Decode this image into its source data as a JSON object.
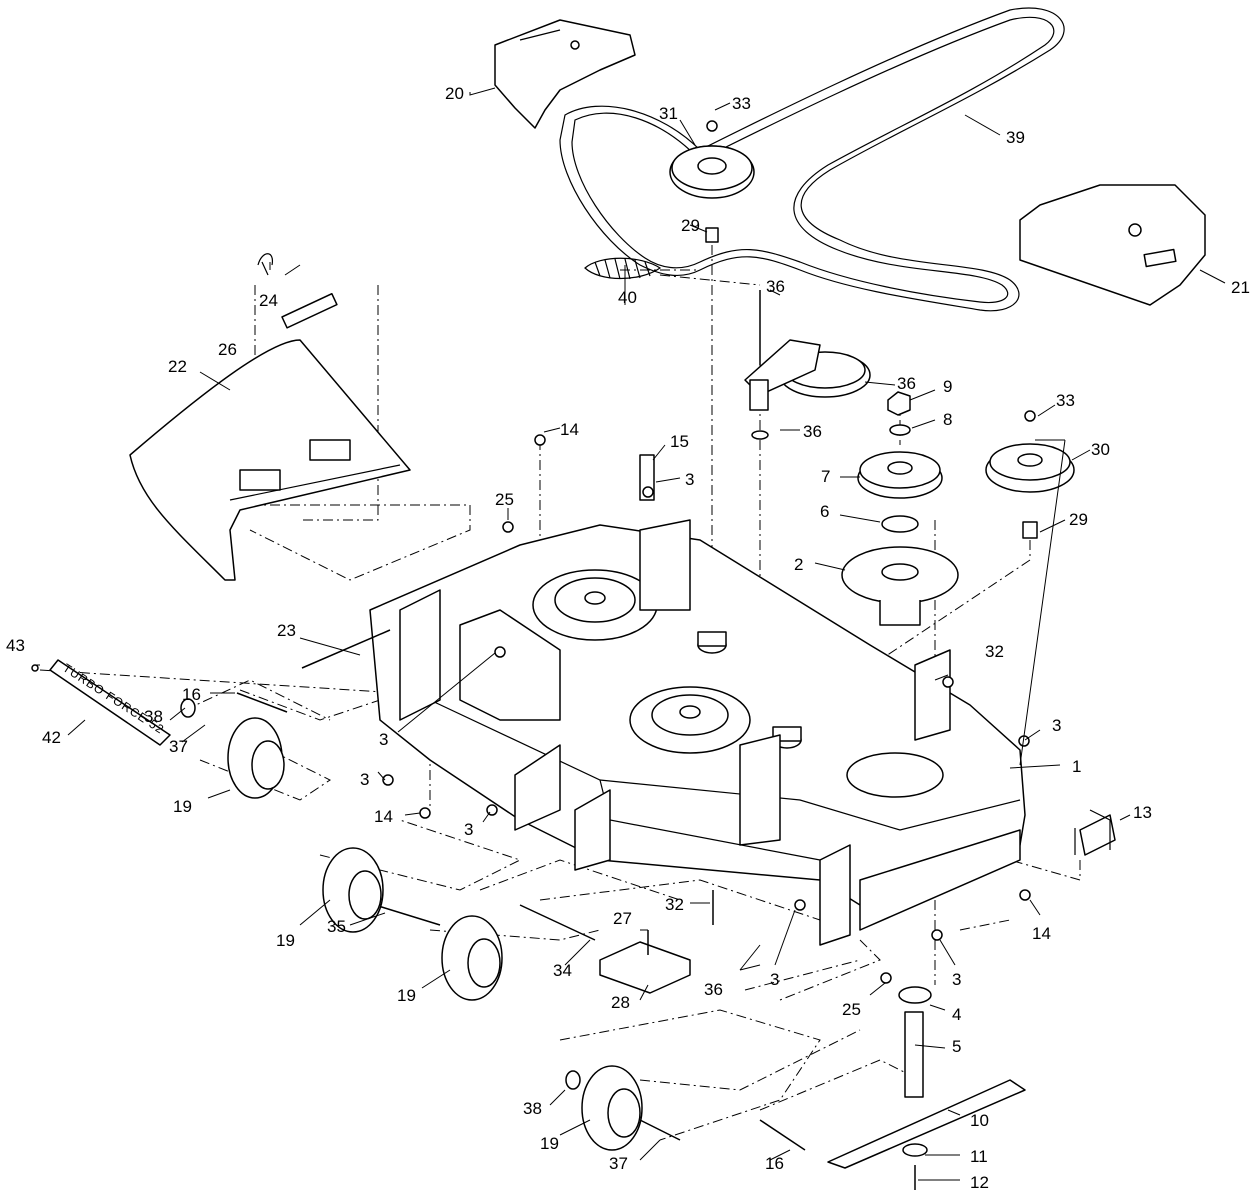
{
  "diagram": {
    "decal_text": "TURBO FORCE 52",
    "callouts": [
      {
        "id": "c1",
        "text": "1"
      },
      {
        "id": "c2",
        "text": "2"
      },
      {
        "id": "c3a",
        "text": "3"
      },
      {
        "id": "c3b",
        "text": "3"
      },
      {
        "id": "c3c",
        "text": "3"
      },
      {
        "id": "c3d",
        "text": "3"
      },
      {
        "id": "c3e",
        "text": "3"
      },
      {
        "id": "c3f",
        "text": "3"
      },
      {
        "id": "c3g",
        "text": "3"
      },
      {
        "id": "c4",
        "text": "4"
      },
      {
        "id": "c5",
        "text": "5"
      },
      {
        "id": "c6",
        "text": "6"
      },
      {
        "id": "c7",
        "text": "7"
      },
      {
        "id": "c8",
        "text": "8"
      },
      {
        "id": "c9",
        "text": "9"
      },
      {
        "id": "c10",
        "text": "10"
      },
      {
        "id": "c11",
        "text": "11"
      },
      {
        "id": "c12",
        "text": "12"
      },
      {
        "id": "c13",
        "text": "13"
      },
      {
        "id": "c14a",
        "text": "14"
      },
      {
        "id": "c14b",
        "text": "14"
      },
      {
        "id": "c14c",
        "text": "14"
      },
      {
        "id": "c15",
        "text": "15"
      },
      {
        "id": "c16a",
        "text": "16"
      },
      {
        "id": "c16b",
        "text": "16"
      },
      {
        "id": "c19a",
        "text": "19"
      },
      {
        "id": "c19b",
        "text": "19"
      },
      {
        "id": "c19c",
        "text": "19"
      },
      {
        "id": "c19d",
        "text": "19"
      },
      {
        "id": "c20",
        "text": "20"
      },
      {
        "id": "c21",
        "text": "21"
      },
      {
        "id": "c22",
        "text": "22"
      },
      {
        "id": "c23",
        "text": "23"
      },
      {
        "id": "c24",
        "text": "24"
      },
      {
        "id": "c25a",
        "text": "25"
      },
      {
        "id": "c25b",
        "text": "25"
      },
      {
        "id": "c26",
        "text": "26"
      },
      {
        "id": "c27",
        "text": "27"
      },
      {
        "id": "c28",
        "text": "28"
      },
      {
        "id": "c29a",
        "text": "29"
      },
      {
        "id": "c29b",
        "text": "29"
      },
      {
        "id": "c30",
        "text": "30"
      },
      {
        "id": "c31",
        "text": "31"
      },
      {
        "id": "c32a",
        "text": "32"
      },
      {
        "id": "c32b",
        "text": "32"
      },
      {
        "id": "c33a",
        "text": "33"
      },
      {
        "id": "c33b",
        "text": "33"
      },
      {
        "id": "c34",
        "text": "34"
      },
      {
        "id": "c35",
        "text": "35"
      },
      {
        "id": "c36a",
        "text": "36"
      },
      {
        "id": "c36b",
        "text": "36"
      },
      {
        "id": "c36c",
        "text": "36"
      },
      {
        "id": "c36d",
        "text": "36"
      },
      {
        "id": "c37a",
        "text": "37"
      },
      {
        "id": "c37b",
        "text": "37"
      },
      {
        "id": "c38a",
        "text": "38"
      },
      {
        "id": "c38b",
        "text": "38"
      },
      {
        "id": "c39",
        "text": "39"
      },
      {
        "id": "c40",
        "text": "40"
      },
      {
        "id": "c42",
        "text": "42"
      },
      {
        "id": "c43",
        "text": "43"
      }
    ]
  }
}
